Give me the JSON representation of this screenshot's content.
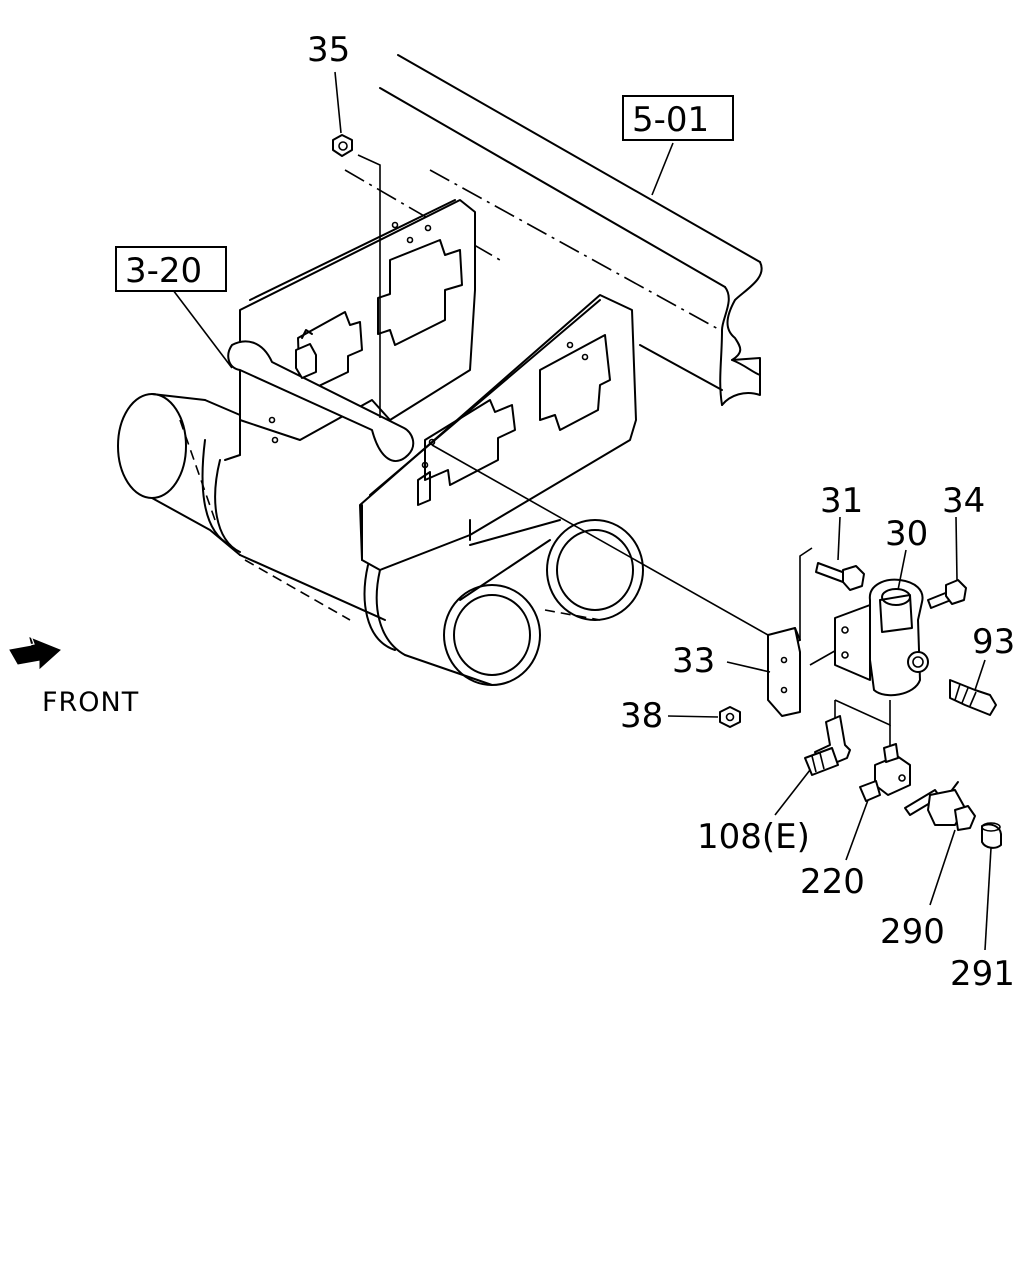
{
  "callouts": {
    "c35": "35",
    "c31": "31",
    "c30": "30",
    "c34": "34",
    "c93": "93",
    "c33": "33",
    "c38": "38",
    "c108": "108(E)",
    "c220": "220",
    "c290": "290",
    "c291": "291"
  },
  "references": {
    "r501": "5-01",
    "r320": "3-20"
  },
  "front_label": "FRONT",
  "icons": [
    "front-direction-arrow-icon"
  ]
}
